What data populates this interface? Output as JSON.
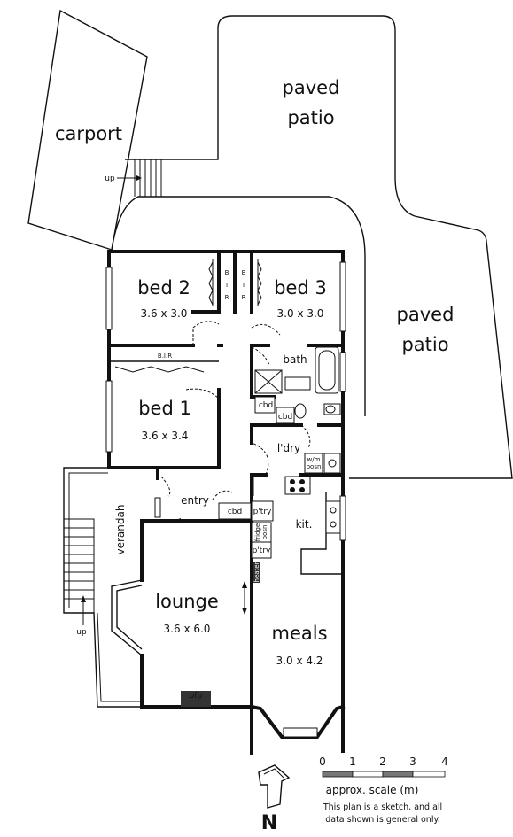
{
  "rooms": {
    "carport": {
      "name": "carport"
    },
    "patio_top": {
      "line1": "paved",
      "line2": "patio"
    },
    "patio_right": {
      "line1": "paved",
      "line2": "patio"
    },
    "bed2": {
      "name": "bed 2",
      "dims": "3.6 x 3.0"
    },
    "bed3": {
      "name": "bed 3",
      "dims": "3.0 x 3.0"
    },
    "bed1": {
      "name": "bed 1",
      "dims": "3.6 x 3.4"
    },
    "lounge": {
      "name": "lounge",
      "dims": "3.6 x 6.0"
    },
    "meals": {
      "name": "meals",
      "dims": "3.0 x 4.2"
    },
    "bath": {
      "name": "bath"
    },
    "ldry": {
      "name": "l'dry"
    },
    "kit": {
      "name": "kit."
    },
    "entry": {
      "name": "entry"
    },
    "verandah": {
      "name": "verandah"
    }
  },
  "labels": {
    "bir_left": [
      "B",
      "I",
      "R"
    ],
    "bir_right": [
      "B",
      "I",
      "R"
    ],
    "bir_bed1": "B.I.R",
    "cbd_bath": "cbd",
    "cbd_wc": "cbd",
    "cbd_entry": "cbd",
    "wm_line1": "w/m",
    "wm_line2": "posn",
    "ptry_top": "p'try",
    "fridge_line1": "fridge",
    "fridge_line2": "posn",
    "ptry_bottom": "p'try",
    "heater": "heater",
    "ofp": "ofp",
    "up_carport": "up",
    "up_verandah": "up"
  },
  "scale": {
    "ticks": [
      "0",
      "1",
      "2",
      "3",
      "4"
    ],
    "caption": "approx. scale (m)",
    "note_line1": "This plan is a sketch, and all",
    "note_line2": "data shown is general only."
  },
  "north": {
    "letter": "N"
  }
}
